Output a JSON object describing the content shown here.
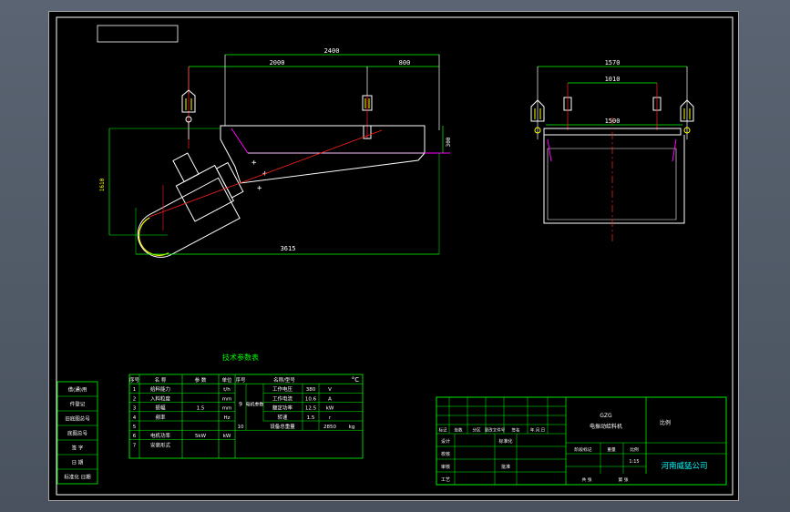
{
  "colors": {
    "background": "#000000",
    "line": "#ffffff",
    "table": "#00ff00",
    "dimension": "#00ff00",
    "centerline": "#ff2020",
    "magenta": "#ff00ff",
    "yellow": "#ffff00",
    "cyan": "#00ffff",
    "company": "#00ffff"
  },
  "dims": {
    "side_total_width": "2400",
    "side_span_a": "2000",
    "side_span_b": "800",
    "side_height": "1610",
    "side_length": "3615",
    "side_depth": "300",
    "end_top_width": "1570",
    "end_mid_width": "1010",
    "end_trough_width": "1500"
  },
  "tech_table": {
    "title": "技术参数表",
    "unit_mark": "°C",
    "headers": [
      "序号",
      "名 称",
      "参 数",
      "单位",
      "序号",
      "名称/型号"
    ],
    "rows": [
      {
        "no": "1",
        "name": "给料能力",
        "value": "",
        "unit": "t/h"
      },
      {
        "no": "2",
        "name": "入料粒度",
        "value": "",
        "unit": "mm"
      },
      {
        "no": "3",
        "name": "振幅",
        "value": "1.5",
        "unit": "mm"
      },
      {
        "no": "4",
        "name": "频率",
        "value": "",
        "unit": "Hz"
      },
      {
        "no": "5",
        "name": "",
        "value": "",
        "unit": ""
      },
      {
        "no": "6",
        "name": "电机功率",
        "value": "5kW",
        "unit": "kW"
      },
      {
        "no": "7",
        "name": "安装形式",
        "value": "",
        "unit": ""
      }
    ],
    "group_no": "9",
    "group_label": "电机参数",
    "motor_rows": [
      {
        "name": "工作电压",
        "value": "380",
        "unit": "V"
      },
      {
        "name": "工作电流",
        "value": "10.6",
        "unit": "A"
      },
      {
        "name": "额定功率",
        "value": "12.5",
        "unit": "kW"
      },
      {
        "name": "转速",
        "value": "1.5",
        "unit": "r"
      }
    ],
    "weight_no": "10",
    "weight_label": "设备总重量",
    "weight_value": "2850",
    "weight_unit": "kg"
  },
  "left_strip": [
    "借(通)用",
    "件登记",
    "旧底图总号",
    "底图总号",
    "签 字",
    "日 期",
    "标准化 日期"
  ],
  "title_block": {
    "drawing_no": "GZG",
    "drawing_name": "电振动给料机",
    "designer_label": "设计",
    "checker_label": "校核",
    "approve_label": "审核",
    "process_label": "工艺",
    "mark_label": "标记",
    "count_label": "处数",
    "zone_label": "分区",
    "change_label": "更改文件号",
    "sign_label": "签名",
    "date_label": "年.月.日",
    "std_label": "标准化",
    "approval_label": "批准",
    "stage_label": "阶段标记",
    "weight_label": "重量",
    "scale_label": "比例",
    "scale": "1:15",
    "sheets_label": "共  张",
    "sheet_label": "第  张",
    "remark": "比例",
    "company": "河南威猛公司"
  }
}
